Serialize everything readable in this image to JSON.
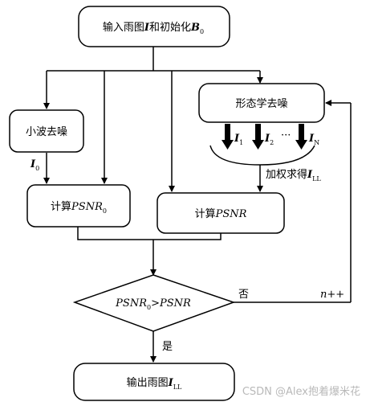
{
  "nodes": {
    "start": {
      "text": "输入雨图",
      "var": "I",
      "mid": "和初始化",
      "var2": "B",
      "sub2": "0"
    },
    "morph": {
      "text": "形态学去噪"
    },
    "wavelet": {
      "text": "小波去噪"
    },
    "psnr0": {
      "pre": "计算",
      "var": "PSNR",
      "sub": "0"
    },
    "psnr": {
      "pre": "计算",
      "var": "PSNR"
    },
    "decision": {
      "var": "PSNR",
      "sub": "0",
      "op": ">",
      "var2": "PSNR"
    },
    "end": {
      "text": "输出雨图",
      "var": "I",
      "sub": "LL"
    }
  },
  "edges": {
    "i0": {
      "var": "I",
      "sub": "0"
    },
    "weighted": {
      "text": "加权求得",
      "var": "I",
      "sub": "LL"
    },
    "no": {
      "text": "否"
    },
    "yes": {
      "text": "是"
    },
    "loop": {
      "text": "n++"
    }
  },
  "components": {
    "i1": {
      "var": "I",
      "sub": "1"
    },
    "i2": {
      "var": "I",
      "sub": "2"
    },
    "dots": {
      "text": "···"
    },
    "in": {
      "var": "I",
      "sub": "N"
    }
  },
  "watermark": "CSDN @Alex抱着爆米花"
}
